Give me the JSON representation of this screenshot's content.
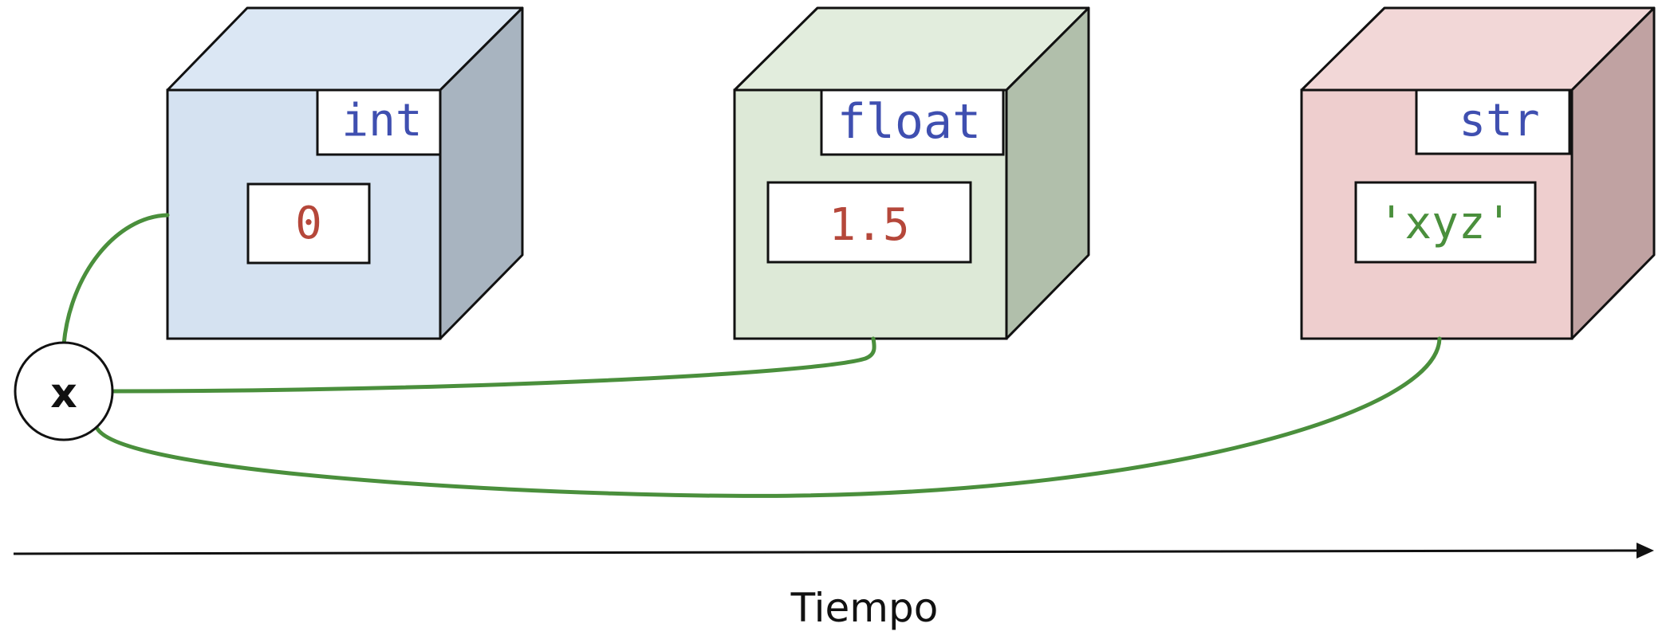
{
  "variable": {
    "name": "x"
  },
  "objects": [
    {
      "type_label": "int",
      "value": "0",
      "value_color": "#b5473a",
      "face_color": "#d5e2f1",
      "top_color": "#dbe7f4",
      "side_color": "#a8b4c0"
    },
    {
      "type_label": "float",
      "value": "1.5",
      "value_color": "#b5473a",
      "face_color": "#dde9d7",
      "top_color": "#e2eddd",
      "side_color": "#b1bfab"
    },
    {
      "type_label": "str",
      "value": "'xyz'",
      "value_color": "#4a8f3c",
      "face_color": "#eecece",
      "top_color": "#f2d7d7",
      "side_color": "#c0a2a2"
    }
  ],
  "type_label_color": "#3f4fb0",
  "reference_color": "#4a8f3c",
  "axis": {
    "label": "Tiempo"
  }
}
